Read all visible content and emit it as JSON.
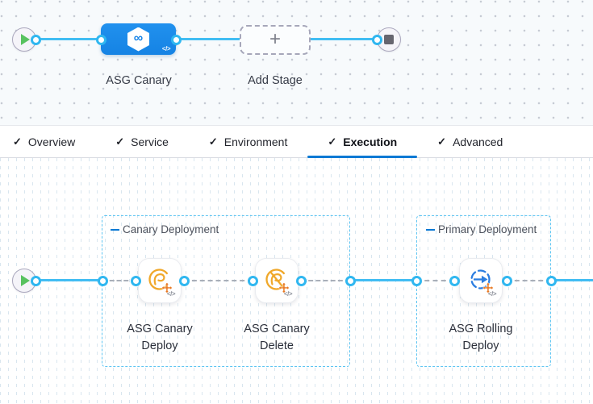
{
  "top_pipeline": {
    "stage_label": "ASG Canary",
    "add_stage_label": "Add Stage",
    "plus_glyph": "+",
    "code_glyph": "</>",
    "infinity_glyph": "∞"
  },
  "tabs": [
    {
      "label": "Overview",
      "check": "✓",
      "active": false
    },
    {
      "label": "Service",
      "check": "✓",
      "active": false
    },
    {
      "label": "Environment",
      "check": "✓",
      "active": false
    },
    {
      "label": "Execution",
      "check": "✓",
      "active": true
    },
    {
      "label": "Advanced",
      "check": "✓",
      "active": false
    }
  ],
  "execution": {
    "groups": [
      {
        "label": "Canary Deployment"
      },
      {
        "label": "Primary Deployment"
      }
    ],
    "steps": [
      {
        "name": "ASG Canary Deploy",
        "line1": "ASG Canary",
        "line2": "Deploy",
        "icon": "asg-canary-deploy-icon"
      },
      {
        "name": "ASG Canary Delete",
        "line1": "ASG Canary",
        "line2": "Delete",
        "icon": "asg-canary-delete-icon"
      },
      {
        "name": "ASG Rolling Deploy",
        "line1": "ASG Rolling",
        "line2": "Deploy",
        "icon": "asg-rolling-deploy-icon"
      }
    ],
    "code_glyph": "</>"
  },
  "icons": {
    "start": "play-icon",
    "end": "stop-icon",
    "stage": "harness-cd-hexagon-icon",
    "add": "plus-icon",
    "yaml": "code-icon"
  },
  "colors": {
    "accent_blue": "#0b79d4",
    "flow_line_blue": "#41bdf3",
    "stage_node_blue": "#1b8ce9",
    "group_border_blue": "#5ec5f2",
    "icon_orange": "#f0a82a",
    "asg_arrows_orange": "#e8731a",
    "rolling_icon_blue": "#2b7de0",
    "play_green": "#58c25f",
    "stop_gray": "#66656f"
  }
}
